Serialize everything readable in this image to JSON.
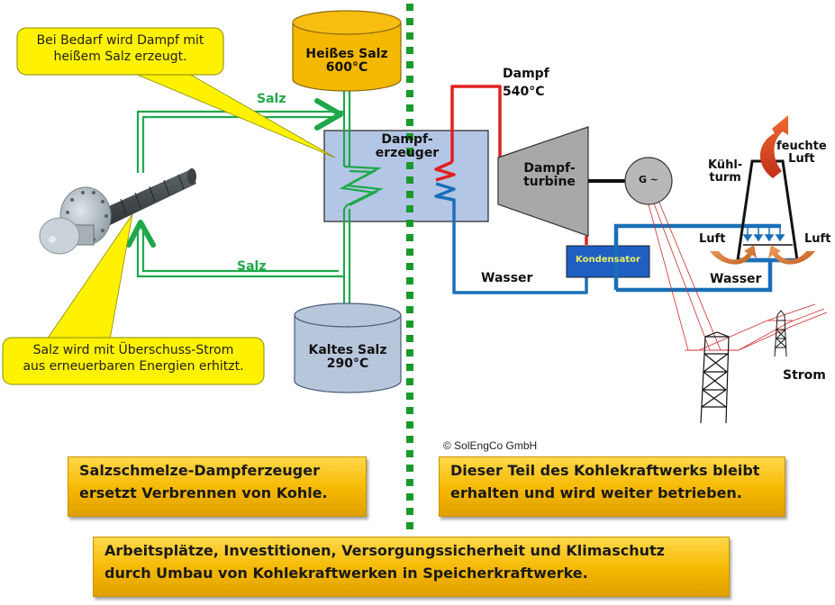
{
  "callouts": {
    "top": {
      "line1": "Bei Bedarf wird Dampf mit",
      "line2": "heißem Salz erzeugt."
    },
    "bottom": {
      "line1": "Salz wird mit Überschuss-Strom",
      "line2": "aus erneuerbaren Energien erhitzt."
    }
  },
  "tanks": {
    "hot": {
      "line1": "Heißes Salz",
      "line2": "600°C",
      "color": "#f5b800"
    },
    "cold": {
      "line1": "Kaltes Salz",
      "line2": "290°C",
      "color": "#b8c6dc"
    }
  },
  "pipes": {
    "salt_top_label": "Salz",
    "salt_bottom_label": "Salz",
    "salt_color": "#1fa84a",
    "steam_color": "#e02020",
    "water_color": "#1a6fb8"
  },
  "steam_generator": {
    "line1": "Dampf-",
    "line2": "erzeuger",
    "color": "#b4c6e6"
  },
  "steam": {
    "line1": "Dampf",
    "line2": "540°C"
  },
  "turbine": {
    "line1": "Dampf-",
    "line2": "turbine"
  },
  "generator": {
    "label": "G ~"
  },
  "condenser": {
    "label": "Kondensator",
    "color": "#1f5fc4",
    "text_color": "#e8f060"
  },
  "water_left": "Wasser",
  "water_right": "Wasser",
  "cooling_tower": {
    "line1": "Kühl-",
    "line2": "turm",
    "exhaust_line1": "feuchte",
    "exhaust_line2": "Luft",
    "air_left": "Luft",
    "air_right": "Luft"
  },
  "power": "Strom",
  "copyright": "© SolEngCo GmbH",
  "info_boxes": {
    "left": {
      "line1": "Salzschmelze-Dampferzeuger",
      "line2": "ersetzt Verbrennen von Kohle."
    },
    "right": {
      "line1": "Dieser Teil des Kohlekraftwerks bleibt",
      "line2": "erhalten und wird weiter betrieben."
    },
    "bottom": {
      "line1": "Arbeitsplätze, Investitionen, Versorgungssicherheit und Klimaschutz",
      "line2": "durch Umbau von Kohlekraftwerken in Speicherkraftwerke."
    }
  },
  "divider_color": "#1a9a2a"
}
